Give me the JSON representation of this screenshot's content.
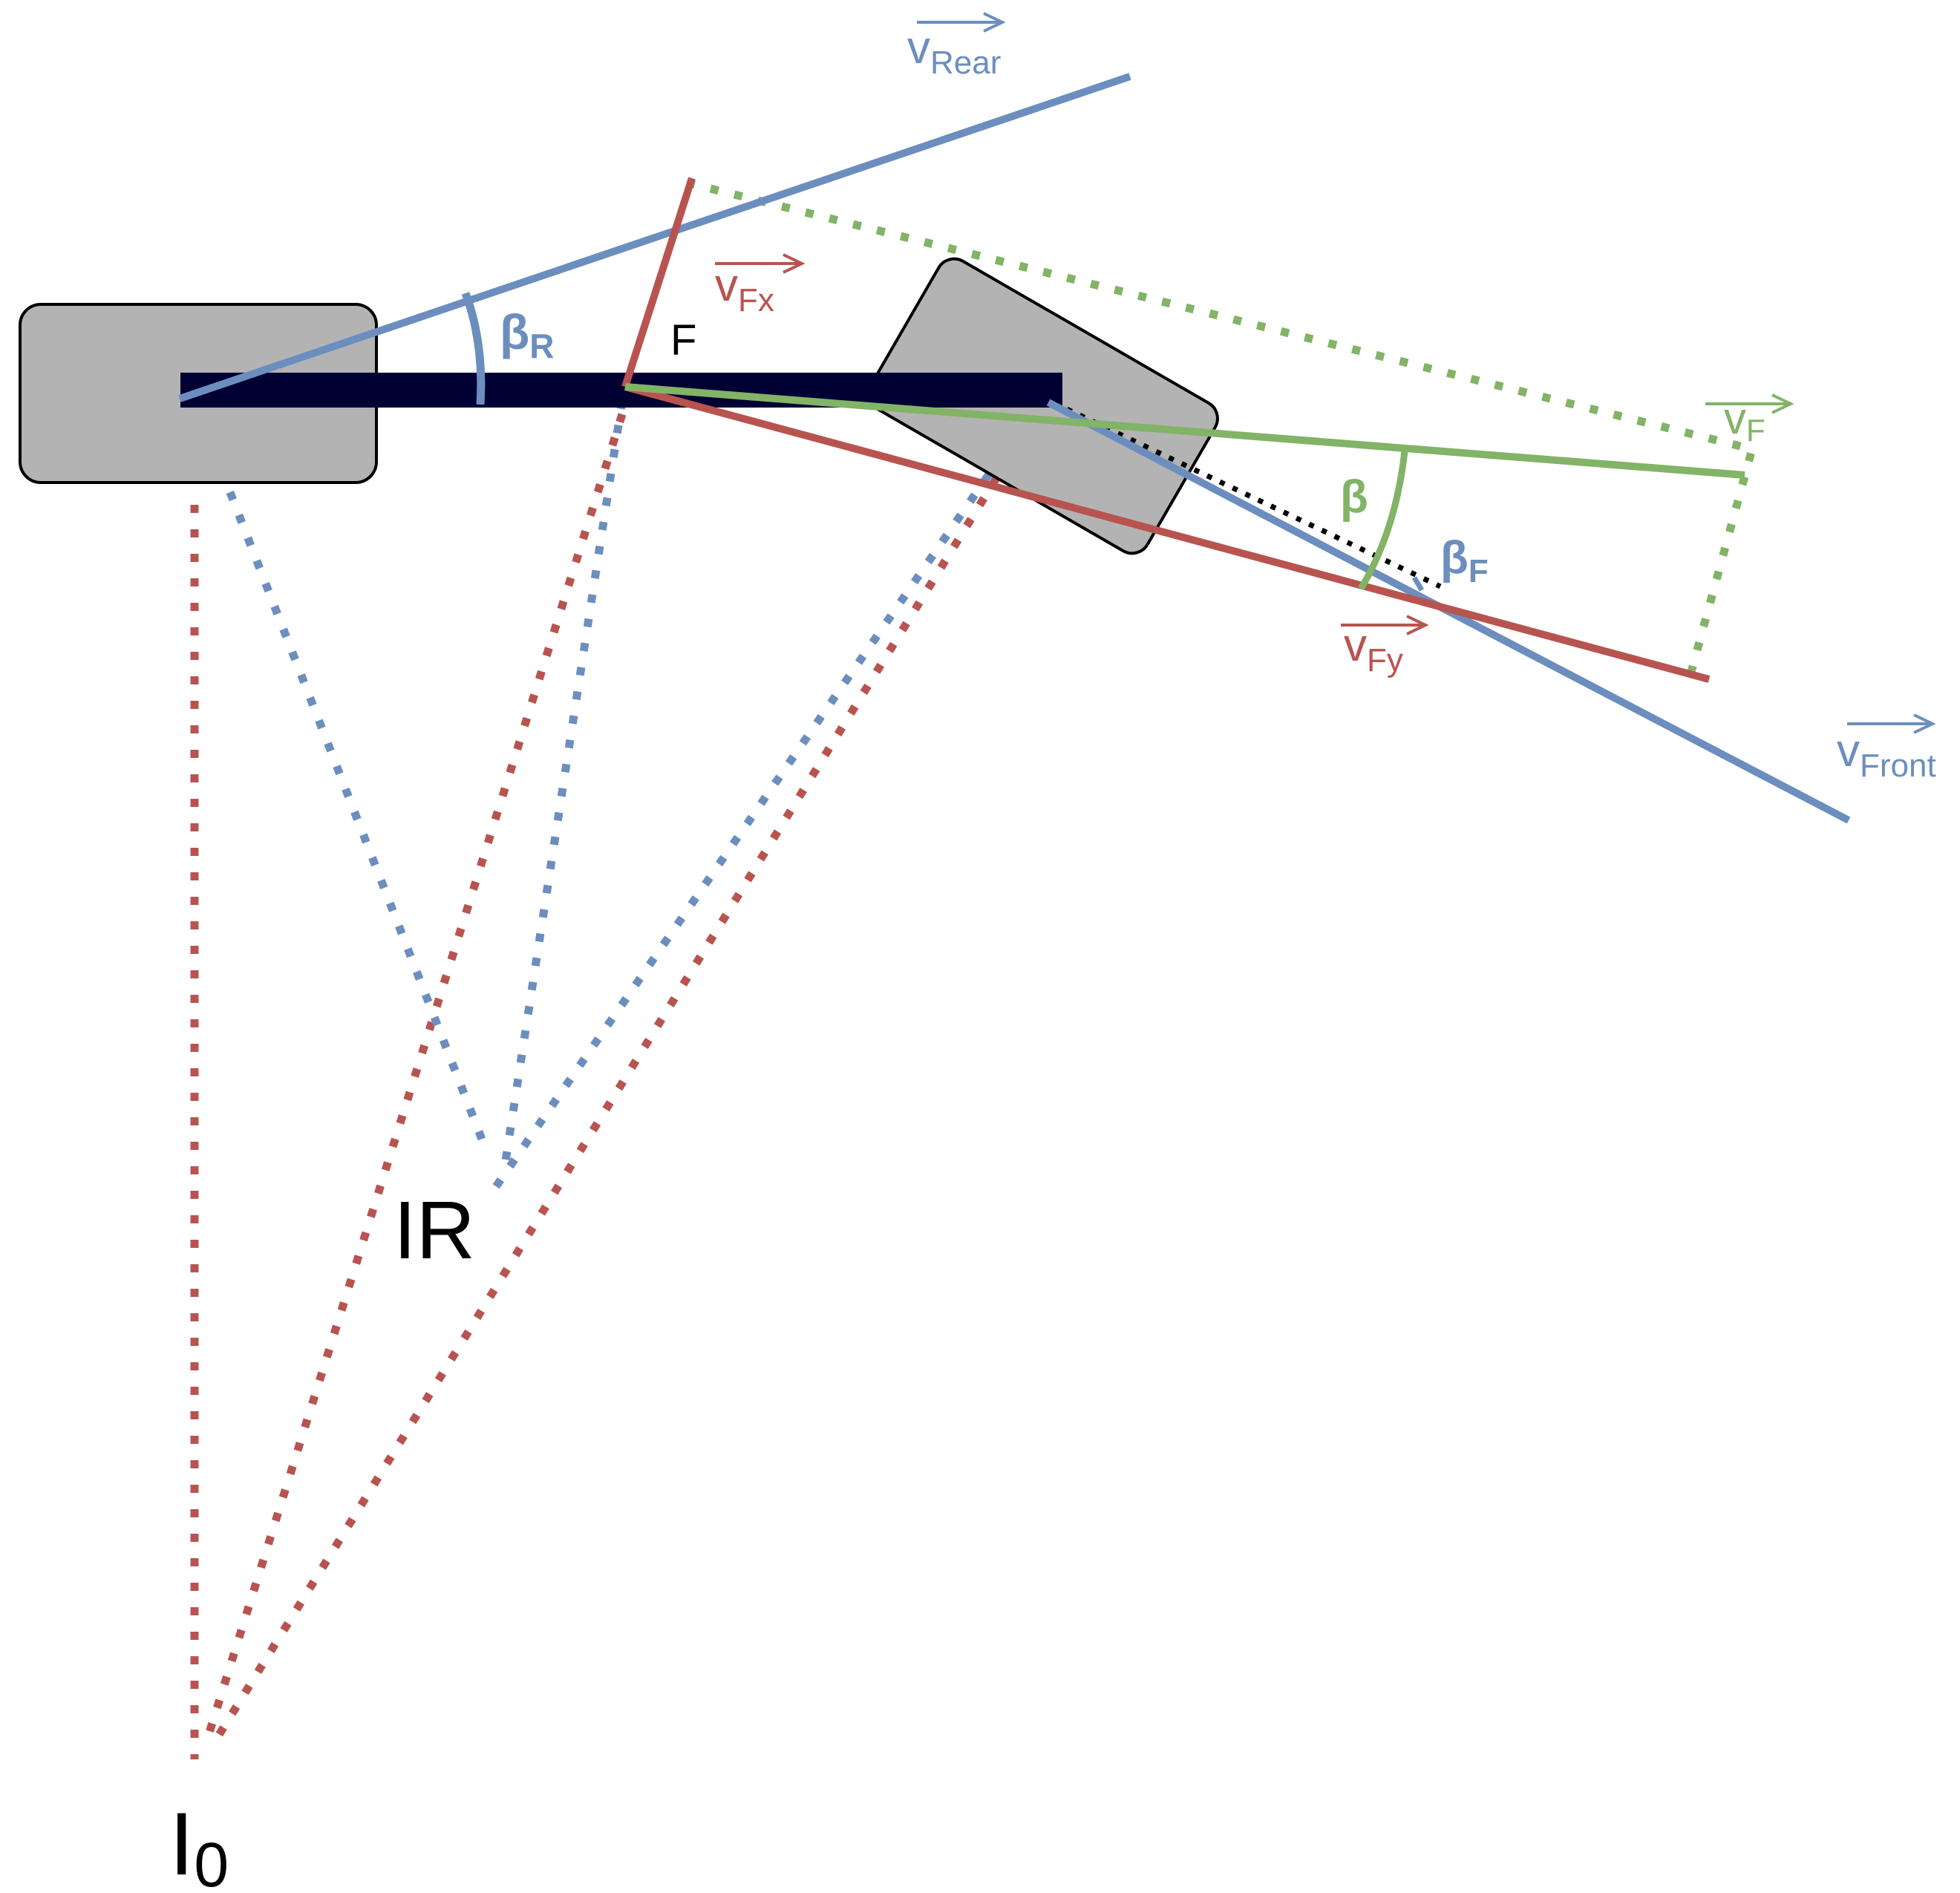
{
  "colors": {
    "blue": "#6c8ebf",
    "red": "#b85450",
    "green": "#82b366",
    "black": "#000000",
    "body_fill": "#b3b3b3",
    "chassis": "#000033"
  },
  "labels": {
    "v_rear": {
      "main": "v",
      "sub": "Rear"
    },
    "v_fx": {
      "main": "v",
      "sub": "Fx"
    },
    "v_fy": {
      "main": "v",
      "sub": "Fy"
    },
    "v_f": {
      "main": "v",
      "sub": "F"
    },
    "v_front": {
      "main": "v",
      "sub": "Front"
    },
    "beta_r": {
      "main": "β",
      "sub": "R"
    },
    "beta": {
      "main": "β"
    },
    "beta_f": {
      "main": "β",
      "sub": "F"
    },
    "point_f": "F",
    "ir": "IR",
    "i0": {
      "main": "I",
      "sub": "0"
    }
  }
}
